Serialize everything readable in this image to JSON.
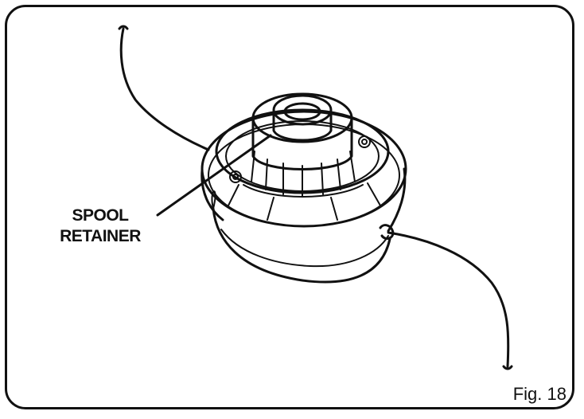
{
  "figure": {
    "label": "Fig. 18"
  },
  "callout": {
    "line1": "SPOOL",
    "line2": "RETAINER"
  },
  "colors": {
    "ink": "#111111",
    "paper": "#ffffff"
  },
  "illustration": {
    "subject-icon": "trimmer-head-icon"
  }
}
